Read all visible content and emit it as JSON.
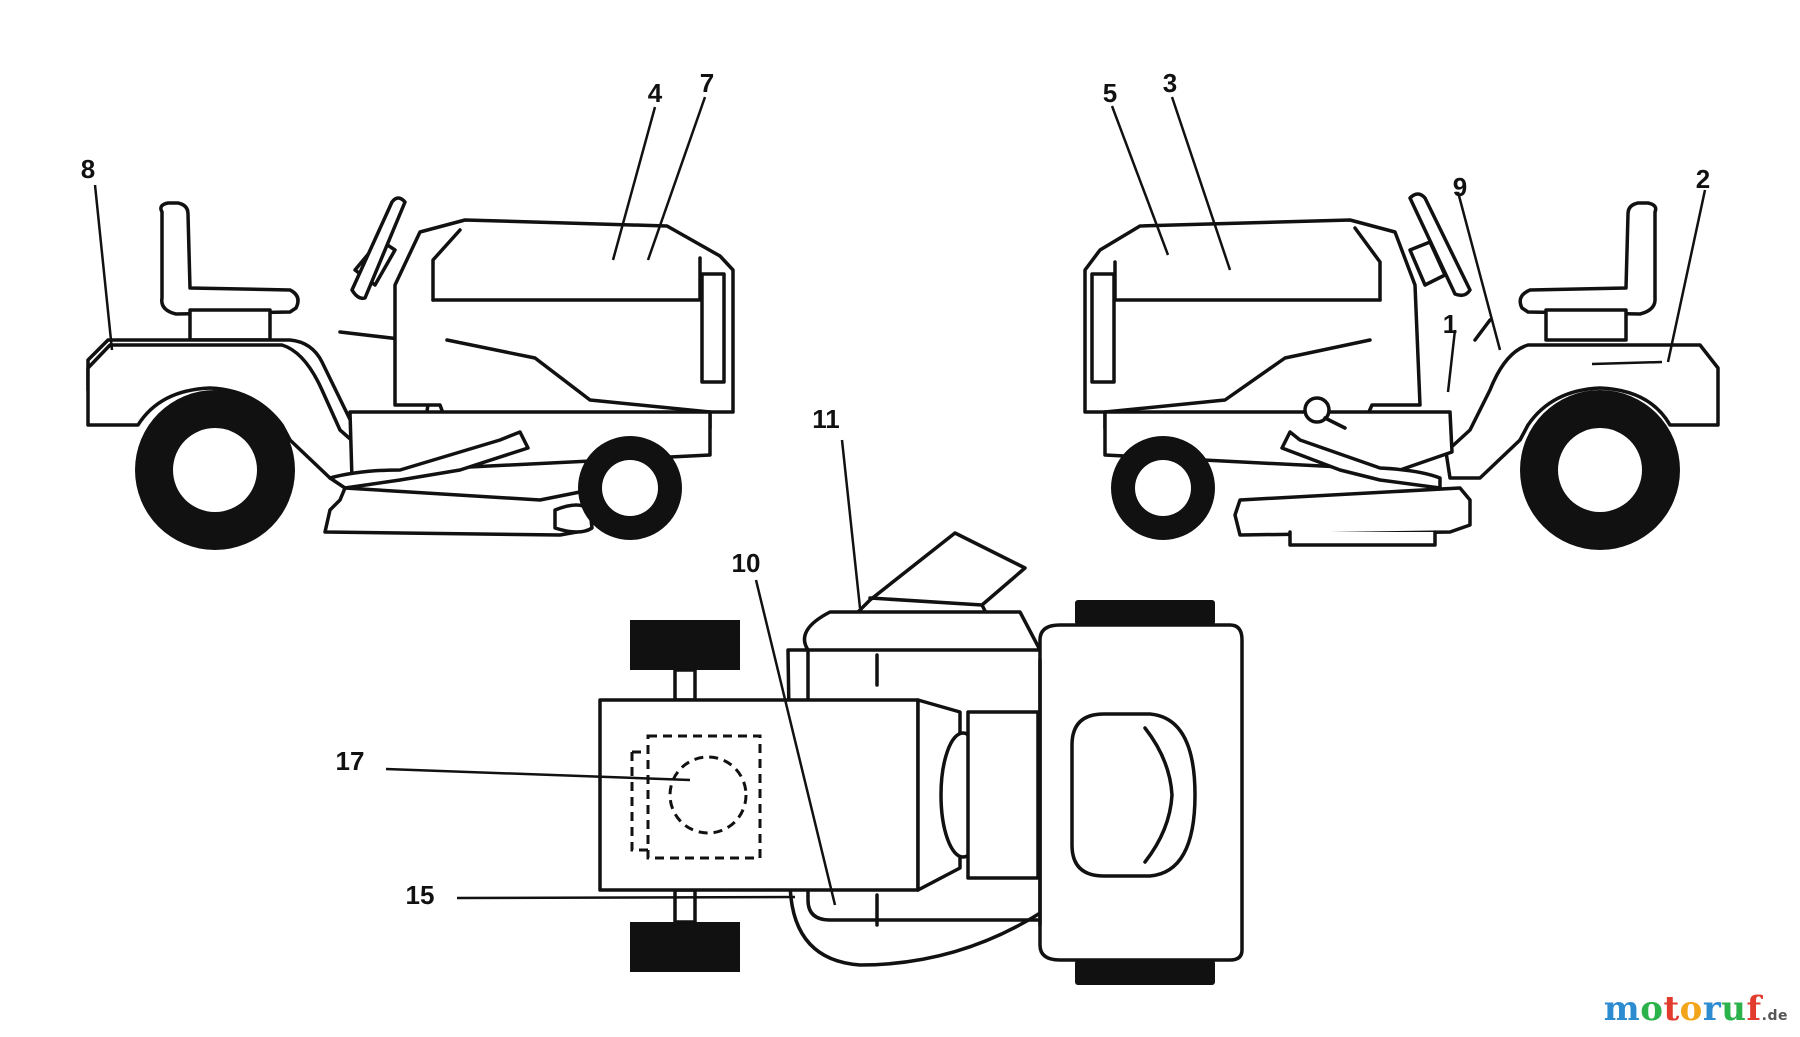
{
  "labels": {
    "l1": "1",
    "l2": "2",
    "l3": "3",
    "l4": "4",
    "l5": "5",
    "l7": "7",
    "l8": "8",
    "l9": "9",
    "l10": "10",
    "l11": "11",
    "l15": "15",
    "l17": "17"
  },
  "watermark": {
    "m": "m",
    "o1": "o",
    "t": "t",
    "o2": "o",
    "r": "r",
    "u": "u",
    "f": "f",
    "suffix": ".de",
    "colors": {
      "m": "#2d8bd0",
      "o1": "#2bb24a",
      "t": "#e23b2e",
      "o2": "#f2a51a",
      "r": "#2d8bd0",
      "u": "#2bb24a",
      "f": "#e23b2e",
      "suffix": "#555555"
    }
  }
}
